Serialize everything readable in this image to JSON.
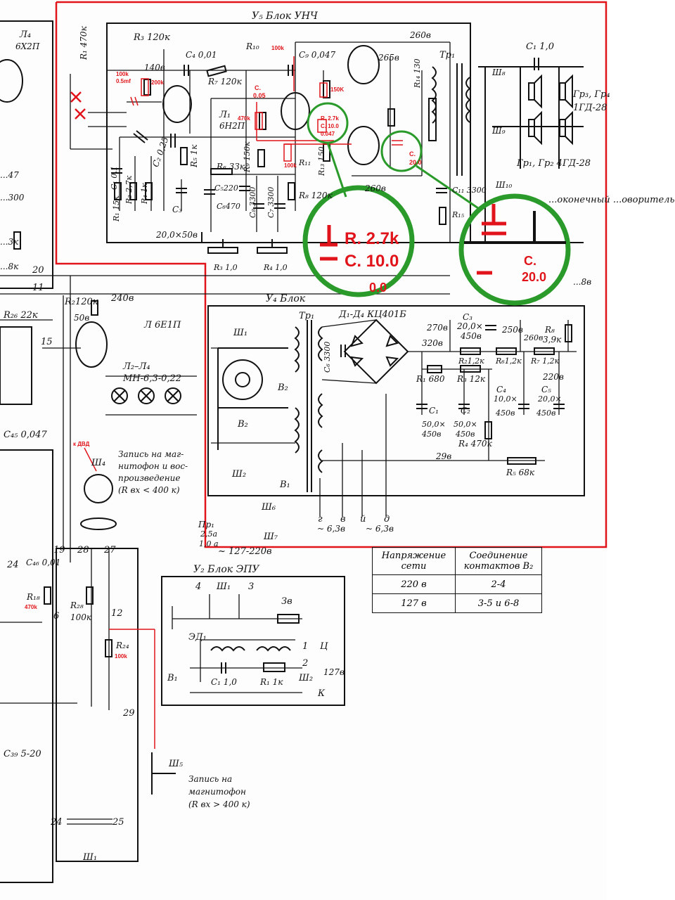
{
  "blocks": {
    "u5_title": "У₅ Блок УНЧ",
    "u4_title": "У₄ Блок",
    "u2_title": "У₂ Блок ЭПУ"
  },
  "tubes": {
    "l1": "Л₁",
    "l1_type": "6Н2П",
    "l4": "Л₄",
    "l4_type": "6Х2П",
    "l6": "Л 6Е1П",
    "l2l4": "Л₂–Л₄",
    "l2l4_type": "МН-6,3-0,22"
  },
  "u5_components": {
    "r3": "R₃ 120к",
    "c4": "С₄ 0,01",
    "r10": "R₁₀",
    "c9": "С₉ 0,047",
    "v140": "140в",
    "r1": "R₁ 470к",
    "r7": "R₇ 120к",
    "r5": "R₅ 1к",
    "c2": "С₂ 0,25",
    "r6": "R₆ 33к",
    "c5": "С₅220",
    "c6": "С₆470",
    "c1": "С₁ 0,1",
    "r2": "R₂ 2,7к",
    "r4": "R₄ 1к",
    "r1b": "R₁ 15к",
    "c3": "С₃",
    "c3v": "20,0×50в",
    "c8": "С₈ 3300",
    "c7": "С₇ 3300",
    "r8": "R₈ 120к",
    "r9": "R₉ 150к",
    "r11": "R₁₁",
    "r13": "R₁₃ 150",
    "r14": "R₁₄ 130",
    "v265": "265в",
    "v260": "260в",
    "v260b": "260в",
    "tr1": "Тр₁",
    "c11": "С₁₁ 3300",
    "r15": "R₁₅",
    "r3pot": "R₃ 1,0",
    "r4pot": "R₄ 1,0",
    "sh8": "Ш₈",
    "sh9": "Ш₉",
    "sh10": "Ш₁₀",
    "gr34": "Гр₃, Гр₄",
    "gr34type": "1ГД-28",
    "gr12": "Гр₁, Гр₂ 4ГД-28",
    "c1spk": "С₁ 1,0",
    "ext_spk": "...оконечный ...оворитель",
    "v198": "...8в"
  },
  "red_marks": {
    "k100": "100k",
    "k100b": "100k",
    "k100c": "100k",
    "mf05": "0.5mf",
    "k200": "200k",
    "k470": "470k",
    "c005": "C.",
    "c005v": "0.05",
    "k150": "150K",
    "rc": "R. 2.7k",
    "cc": "C. 10.0",
    "cc2": "0.047",
    "c20": "C.",
    "c20v": "20.0",
    "kdvd": "к ДВД",
    "k470r": "470k",
    "k100r": "100k"
  },
  "zoom": {
    "left_r": "R. 2.7k",
    "left_c": "C. 10.0",
    "left_cut": "0.0",
    "right_c": "C.",
    "right_v": "20.0"
  },
  "u4_components": {
    "tr1": "Тр₁",
    "d1d4": "Д₁-Д₄ КЦ401Б",
    "c6": "С₆ 3300",
    "sh1": "Ш₁",
    "b2": "В₂",
    "b2b": "В₂",
    "b1": "В₁",
    "sh2": "Ш₂",
    "sh6": "Ш₆",
    "sh7": "Ш₇",
    "pr1": "Пр₁",
    "pr1v": "2,5а",
    "pr1v2": "1,0 а",
    "mains": "~ 127-220в",
    "v270": "270в",
    "v320": "320в",
    "c3": "С₃",
    "c3v": "20,0×",
    "c3v2": "450в",
    "v250": "250в",
    "v260": "260в",
    "r8": "R₈",
    "r8v": "3,9к",
    "v220": "220в",
    "r2": "R₂1,2к",
    "r6": "R₆1,2к",
    "r7": "R₇ 1,2к",
    "r1": "R₁ 680",
    "r3": "R₃ 12к",
    "c4": "С₄",
    "c4v": "10,0×",
    "c4v2": "450в",
    "c5": "С₅",
    "c5v": "20,0×",
    "c5v2": "450в",
    "c1": "С₁",
    "c1v": "50,0×",
    "c1v2": "450в",
    "c2": "С₂",
    "c2v": "50,0×",
    "c2v2": "450в",
    "r4": "R₄ 470к",
    "v29": "29в",
    "r5": "R₅ 68к",
    "out63a": "~ 6,3в",
    "out63b": "~ 6,3в",
    "lg": "г",
    "lv": "в",
    "ly": "й",
    "ld": "д"
  },
  "left_components": {
    "r2": "R₂120к",
    "v50": "50в",
    "v240": "240в",
    "r26": "R₂₆ 22к",
    "c45": "С₄₅ 0,047",
    "c46": "С₄₆ 0,01",
    "r18": "R₁₈",
    "r28": "R₂₈",
    "r28v": "100к",
    "r24": "R₂₄",
    "c39": "С₃₉ 5-20",
    "sh4": "Ш₄",
    "sh5": "Ш₅",
    "sh1": "Ш₁",
    "n20": "20",
    "n11": "11",
    "n15": "15",
    "n19": "19",
    "n28": "28",
    "n27": "27",
    "n24": "24",
    "n12": "12",
    "n6": "6",
    "n29": "29",
    "n25": "25",
    "n24b": "24",
    "v6300": "...300",
    "v6_3": "...3к",
    "v8": "...8к",
    "v47": "...47"
  },
  "notes": {
    "rec_play": "Запись на магнитофон и воспроизведение (R вх < 400к)",
    "rec_play_l1": "Запись на маг-",
    "rec_play_l2": "нитофон и вос-",
    "rec_play_l3": "произведение",
    "rec_play_l4": "(R вх < 400 к)",
    "rec_l1": "Запись на",
    "rec_l2": "магнитофон",
    "rec_l3": "(R вх > 400 к)"
  },
  "u2_components": {
    "sh1": "Ш₁",
    "n4": "4",
    "n3": "3",
    "zv": "Зв",
    "ed1": "ЭД₁",
    "c1": "С₁ 1,0",
    "r1": "R₁ 1к",
    "b1": "В₁",
    "sh2": "Ш₂",
    "v127": "127в",
    "u": "Ц",
    "k": "К",
    "n1": "1",
    "n2": "2"
  },
  "table": {
    "h1": "Напряжение сети",
    "h2": "Соединение контактов В₂",
    "r1a": "220 в",
    "r1b": "2-4",
    "r2a": "127 в",
    "r2b": "3-5 и 6-8"
  }
}
